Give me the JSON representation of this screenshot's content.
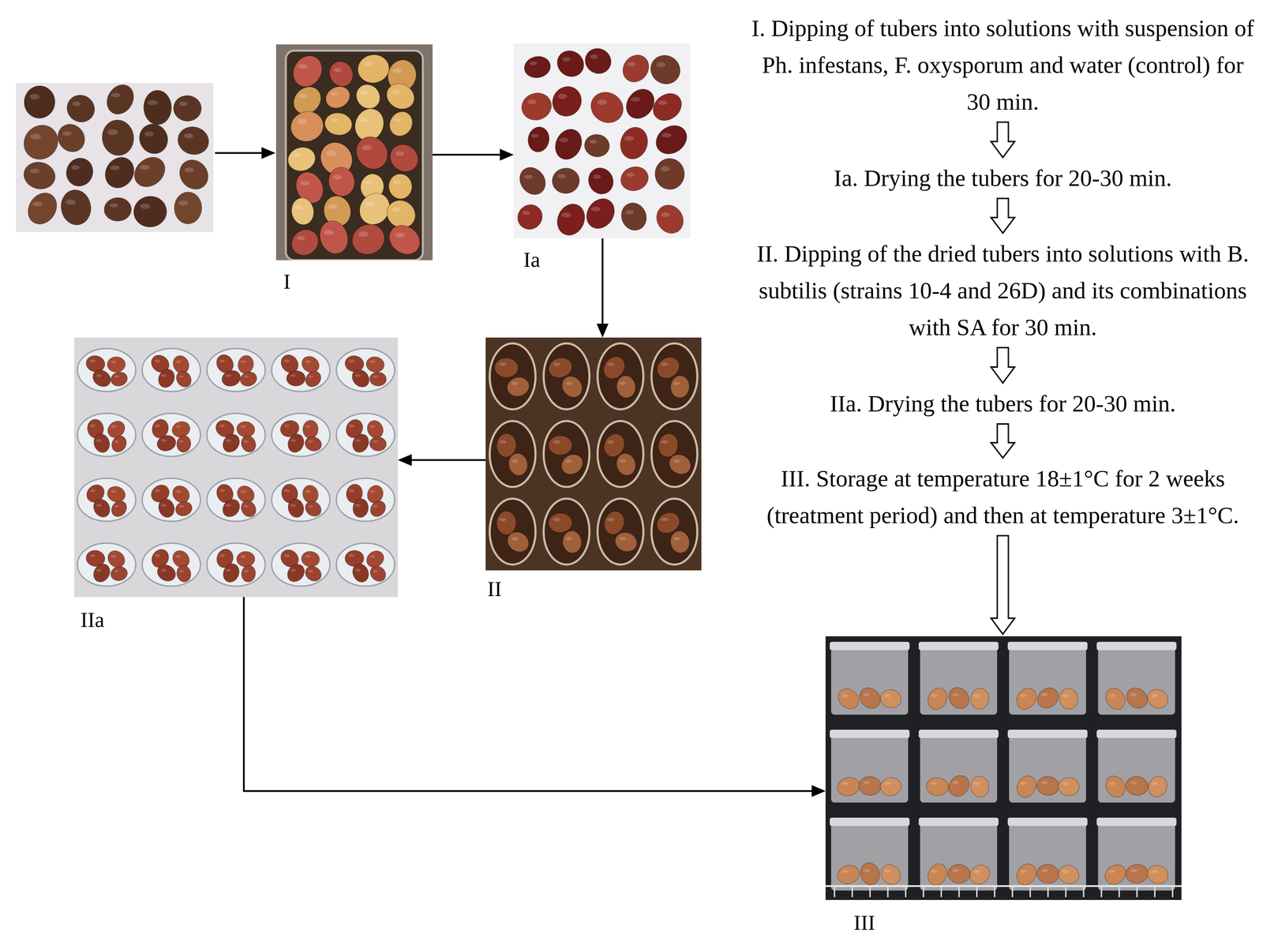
{
  "diagram": {
    "nodes": [
      {
        "text": [
          "I"
        ]
      },
      {
        "text": [
          "Ia"
        ]
      },
      {
        "text": [
          "II"
        ]
      },
      {
        "text": [
          "IIa"
        ]
      },
      {
        "text": [
          "III"
        ]
      },
      {
        "text": [
          "I. Dipping of tubers into solutions with suspension of Ph. infestans, F. oxysporum and water (control) for 30 min."
        ]
      },
      {
        "text": [
          "Ia. Drying the tubers for 20-30 min."
        ]
      },
      {
        "text": [
          "II. Dipping of the dried tubers into solutions with B. subtilis (strains 10-4 and 26D) and its combinations with SA for 30 min."
        ]
      },
      {
        "text": [
          "IIa. Drying the tubers for 20-30 min."
        ]
      },
      {
        "text": [
          "III. Storage at temperature 18±1°C for 2 weeks (treatment period) and then at temperature 3±1°C."
        ]
      }
    ],
    "edges": [
      {
        "from": 0,
        "to": 1,
        "arrow": "to"
      },
      {
        "from": 1,
        "to": 2,
        "arrow": "to"
      },
      {
        "from": 2,
        "to": 3,
        "arrow": "to"
      },
      {
        "from": 3,
        "to": 4,
        "arrow": "to"
      },
      {
        "from": 5,
        "to": 6,
        "arrow": "to"
      },
      {
        "from": 6,
        "to": 7,
        "arrow": "to"
      },
      {
        "from": 7,
        "to": 8,
        "arrow": "to"
      },
      {
        "from": 8,
        "to": 9,
        "arrow": "to"
      },
      {
        "from": 9,
        "to": 4,
        "arrow": "to"
      }
    ]
  }
}
